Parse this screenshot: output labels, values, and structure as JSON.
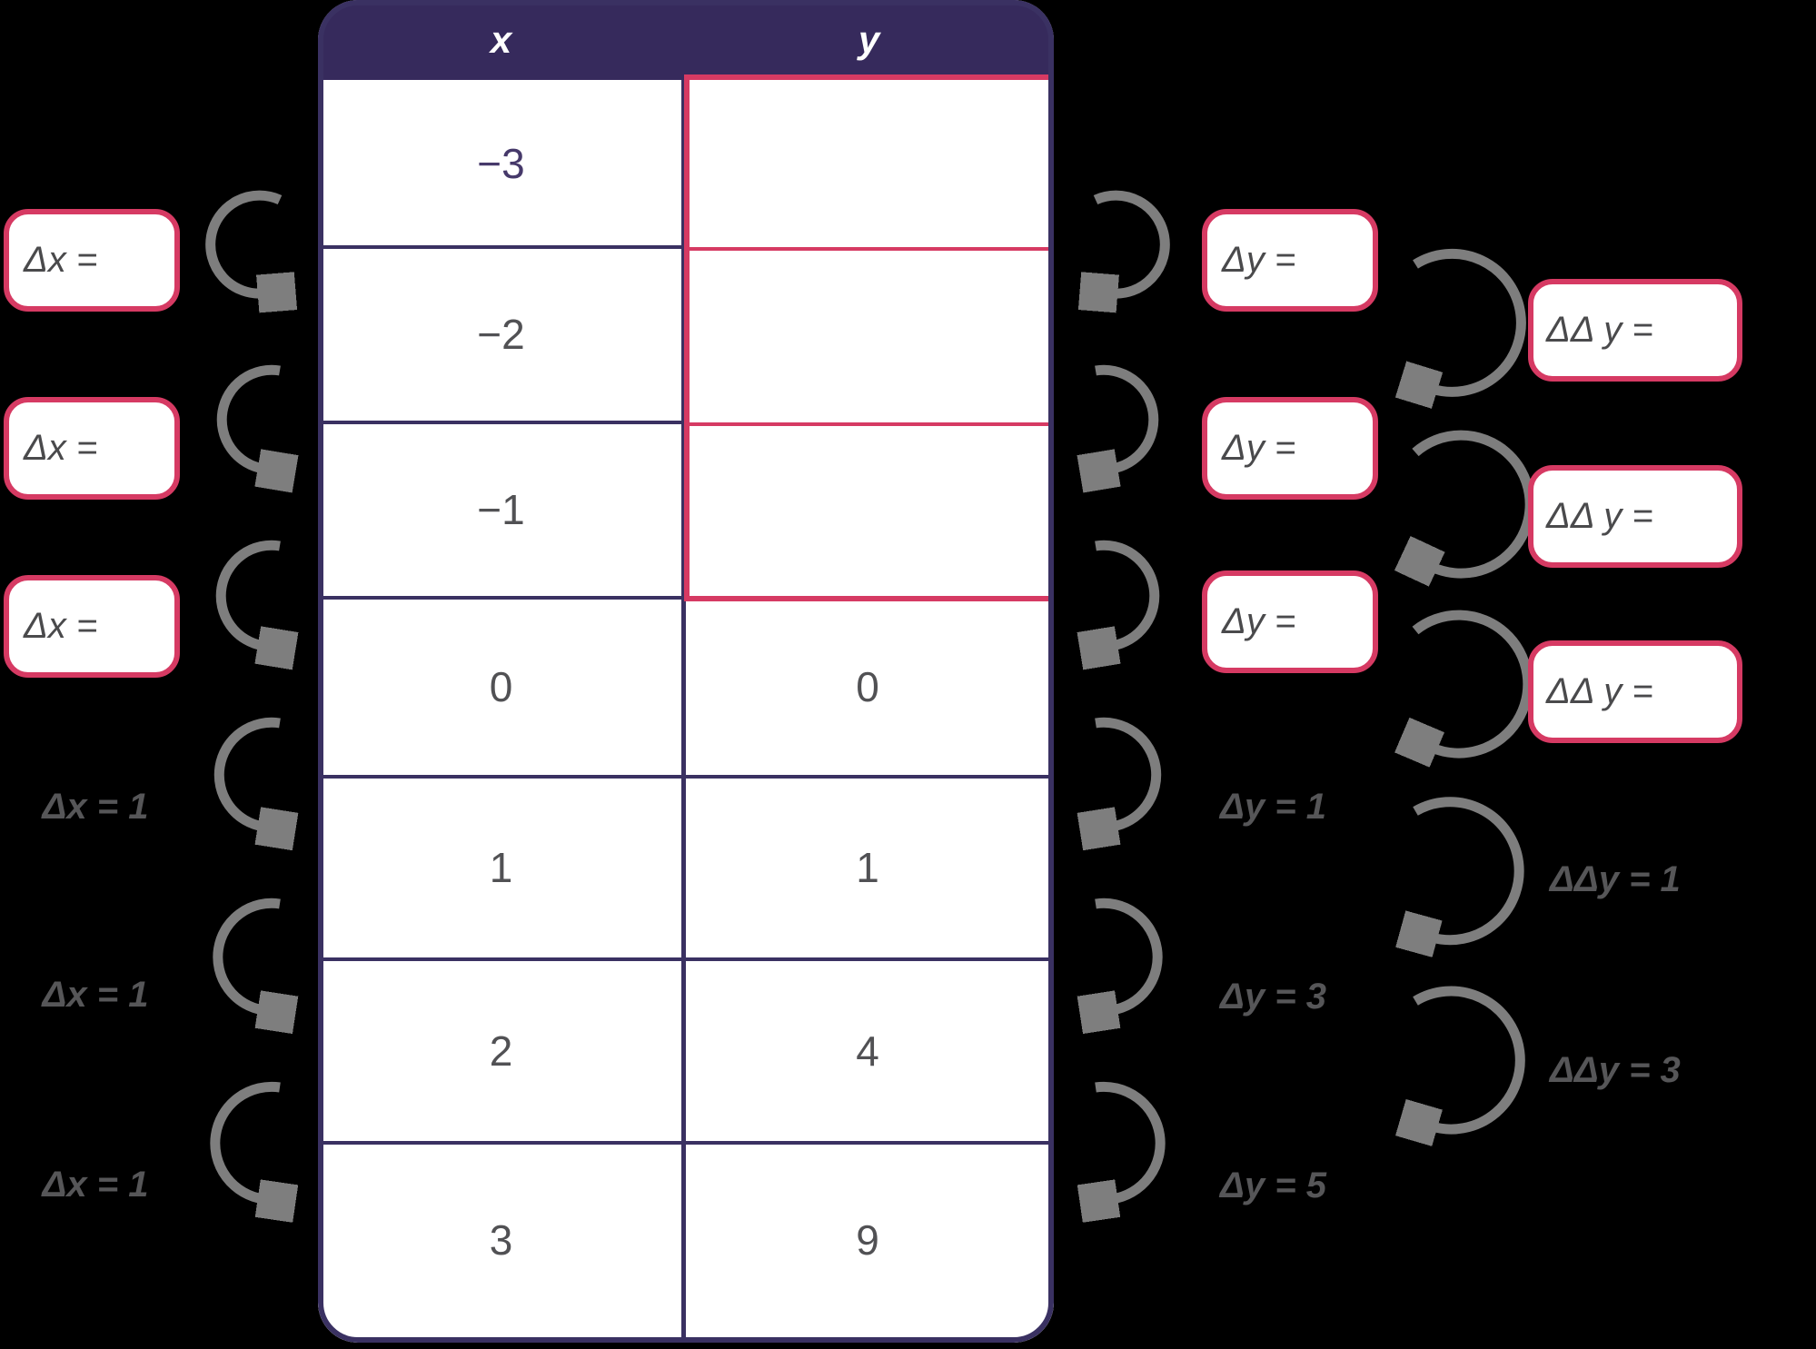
{
  "colors": {
    "accent_red": "#d63a63",
    "header_navy": "#362a5c",
    "grid_navy": "#3a3162",
    "first_row_value_navy": "#46396a",
    "value_gray": "#515154",
    "label_gray": "#565658",
    "arrow_gray": "#7e7e7e"
  },
  "table": {
    "headers": {
      "x": "x",
      "y": "y"
    },
    "rows": [
      {
        "x": "−3",
        "y": ""
      },
      {
        "x": "−2",
        "y": ""
      },
      {
        "x": "−1",
        "y": ""
      },
      {
        "x": "0",
        "y": "0"
      },
      {
        "x": "1",
        "y": "1"
      },
      {
        "x": "2",
        "y": "4"
      },
      {
        "x": "3",
        "y": "9"
      }
    ]
  },
  "delta_x": {
    "boxes": [
      "Δx =",
      "Δx =",
      "Δx ="
    ],
    "labels": [
      "Δx = 1",
      "Δx = 1",
      "Δx = 1"
    ]
  },
  "delta_y": {
    "boxes": [
      "Δy =",
      "Δy =",
      "Δy ="
    ],
    "labels": [
      "Δy = 1",
      "Δy = 3",
      "Δy = 5"
    ]
  },
  "delta2_y": {
    "boxes": [
      "ΔΔ y =",
      "ΔΔ y =",
      "ΔΔ y ="
    ],
    "labels": [
      "ΔΔy = 1",
      "ΔΔy = 3"
    ]
  }
}
